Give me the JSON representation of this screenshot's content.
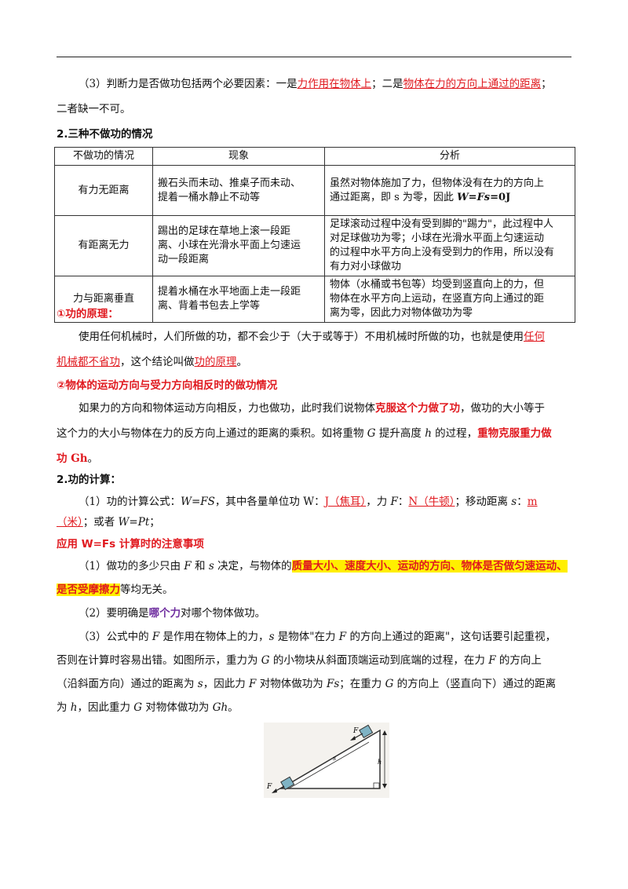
{
  "p1": {
    "a": "（3）判断力是否做功包括两个必要因素：一是",
    "b": "力作用在物体上",
    "c": "；二是",
    "d": "物体在力的方向上通过的距离",
    "e": "；",
    "f": "二者缺一不可。"
  },
  "h1": "2.三种不做功的情况",
  "table": {
    "headers": [
      "不做功的情况",
      "现象",
      "分析"
    ],
    "rows": [
      {
        "case": "有力无距离",
        "phen": [
          "搬石头而未动、推桌子而未动、",
          "提着一桶水静止不动等"
        ],
        "ana": [
          "虽然对物体施加了力，但物体没有在力的方向上",
          "通过距离，即 s 为零，因此 "
        ],
        "ana_formula": "W=Fs",
        "ana_end": "=0J"
      },
      {
        "case": "有距离无力",
        "phen": [
          "踢出的足球在草地上滚一段距",
          "离、小球在光滑水平面上匀速运",
          "动一段距离"
        ],
        "ana": [
          "足球滚动过程中没有受到脚的\"踢力\"，此过程中人",
          "对足球做功为零；小球在光滑水平面上匀速运动",
          "的过程中水平方向上没有受到力的作用，所以没有",
          "有力对小球做功"
        ]
      },
      {
        "case": "力与距离垂直",
        "phen": [
          "提着水桶在水平地面上走一段距",
          "离、背着书包去上学等"
        ],
        "ana": [
          "物体（水桶或书包等）均受到竖直向上的力，但",
          "物体在水平方向上运动，在竖直方向上通过的距",
          "离为零，因此力对物体做功为零"
        ]
      }
    ]
  },
  "h2": "①功的原理：",
  "p2": {
    "a": "使用任何机械时，人们所做的功，都不会少于（大于或等于）不用机械时所做的功，也就是使用",
    "b": "任何",
    "c": "机械都不省功",
    "d": "，这个结论叫做",
    "e": "功的原理",
    "f": "。"
  },
  "h3": "②物体的运动方向与受力方向相反时的做功情况",
  "p3": {
    "a": "如果力的方向和物体运动方向相反，力也做功，此时我们说物体",
    "b": "克服这个力做了功",
    "c": "，做功的大小等于",
    "d": "这个力的大小与物体在力的反方向上通过的距离的乘积。如将重物 ",
    "e": "G",
    "f": " 提升高度 ",
    "g": "h",
    "h": " 的过程，",
    "i": "重物克服重力做",
    "j": "功 Gh",
    "k": "。"
  },
  "h4": "2.功的计算：",
  "p4": {
    "a": "（1）功的计算公式：",
    "b": "W=FS",
    "c": "，其中各量单位功 W：",
    "d": "J（焦耳）",
    "e": "，力 ",
    "f": "F",
    "g": "：",
    "h": "N（牛顿）",
    "i": "；移动距离 ",
    "j": "s",
    "k": "：",
    "l": "m",
    "m": "（米）",
    "n": "；或者 ",
    "o": "W=Pt",
    "p": "；"
  },
  "h5": "应用 W=Fs 计算时的注意事项",
  "p5": {
    "a": "（1）做功的多少只由 ",
    "b": "F",
    "c": " 和 ",
    "d": "s",
    "e": " 决定，与物体的",
    "f": "质量大小、速度大小、运动的方向、物体是否做匀速运动、",
    "g": "是否受摩擦力",
    "h": "等均无关。"
  },
  "p6": {
    "a": "（2）要明确是",
    "b": "哪个力",
    "c": "对哪个物体做功。"
  },
  "p7": {
    "l1": [
      "（3）公式中的 ",
      "F",
      " 是作用在物体上的力，",
      "s",
      " 是物体\"在力 ",
      "F",
      " 的方向上通过的距离\"，这句话要引起重视，"
    ],
    "l2": [
      "否则在计算时容易出错。如图所示，重力为 ",
      "G",
      " 的小物块从斜面顶端运动到底端的过程，在力 ",
      "F",
      " 的方向上"
    ],
    "l3": [
      "（沿斜面方向）通过的距离为 ",
      "s",
      "，因此力 ",
      "F",
      " 对物体做功为 ",
      "Fs",
      "；在重力 ",
      "G",
      " 的方向上（竖直向下）通过的距离"
    ],
    "l4": [
      "为 ",
      "h",
      "，因此重力 ",
      "G",
      " 对物体做功为 ",
      "Gh",
      "。"
    ]
  },
  "figure": {
    "F_top": "F",
    "F_bottom": "F",
    "s_label": "s",
    "h_label": "h"
  }
}
